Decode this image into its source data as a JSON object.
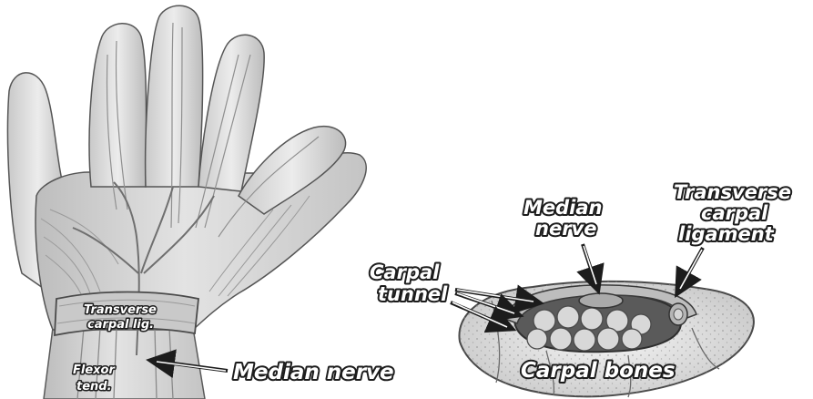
{
  "hand_labels": {
    "ligament_line1": "Transverse",
    "ligament_line2": "carpal lig.",
    "tendon_line1": "Flexor",
    "tendon_line2": "tend.",
    "median_nerve": "Median nerve"
  },
  "cross_section_labels": {
    "median_nerve_line1": "Median",
    "median_nerve_line2": "nerve",
    "ligament_line1": "Transverse",
    "ligament_line2": "carpal",
    "ligament_line3": "ligament",
    "tunnel_line1": "Carpal",
    "tunnel_line2": "tunnel",
    "bones": "Carpal bones"
  },
  "colors": {
    "skin": "#d9d9d9",
    "skin_shadow": "#a8a8a8",
    "outline": "#4a4a4a",
    "label_fill": "#ffffff",
    "label_stroke": "#1c1c1c",
    "bone": "#e6e6e6",
    "tunnel": "#5a5a5a"
  }
}
